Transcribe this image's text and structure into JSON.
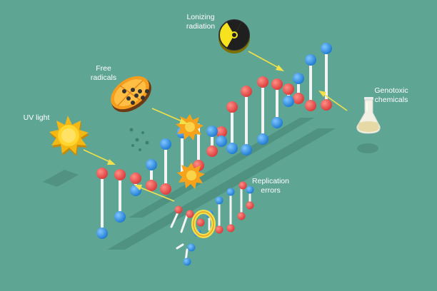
{
  "labels": {
    "ionizing": "Lonizing\nradiation",
    "free_radicals": "Free\nradicals",
    "uv_light": "UV light",
    "genotoxic": "Genotoxic\nchemicals",
    "replication": "Replication\nerrors"
  },
  "colors": {
    "background": "#5fa593",
    "base_red": "#e64b4b",
    "base_blue": "#2e8fe0",
    "rod": "#f4f4f4",
    "arrow": "#f2e14a",
    "burst": "#f7a21b"
  }
}
